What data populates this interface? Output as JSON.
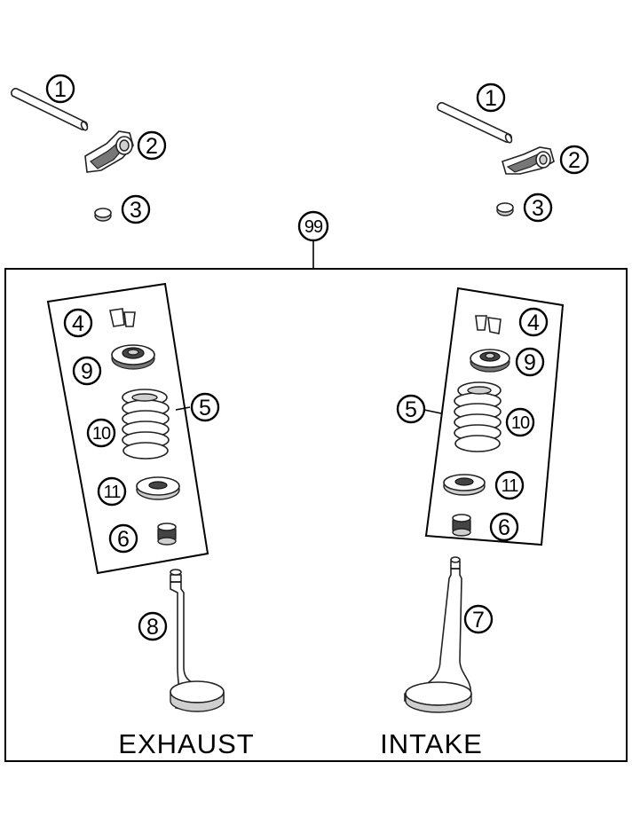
{
  "callouts": {
    "left_camshaft": "1",
    "left_rocker": "2",
    "left_shim": "3",
    "right_camshaft": "1",
    "right_rocker": "2",
    "right_shim": "3",
    "assembly": "99",
    "ex_keeper": "4",
    "ex_retainer": "9",
    "ex_kit": "5",
    "ex_spring": "10",
    "ex_seat": "11",
    "ex_seal": "6",
    "ex_valve": "8",
    "in_keeper": "4",
    "in_retainer": "9",
    "in_kit": "5",
    "in_spring": "10",
    "in_seat": "11",
    "in_seal": "6",
    "in_valve": "7"
  },
  "labels": {
    "exhaust": "EXHAUST",
    "intake": "INTAKE"
  }
}
